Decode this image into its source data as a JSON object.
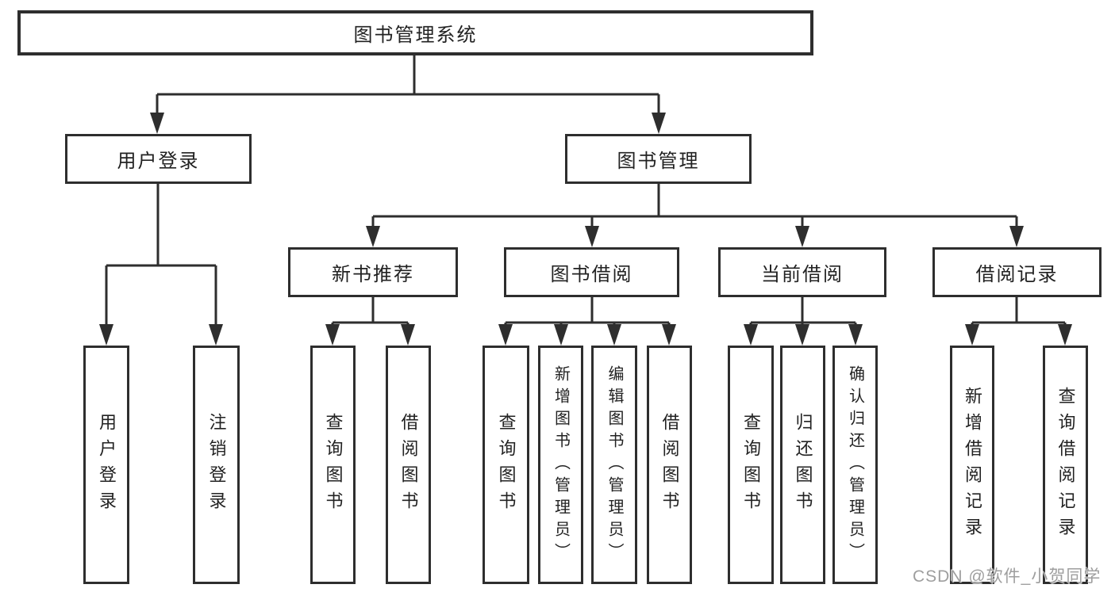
{
  "watermark": "CSDN @软件_小贺同学",
  "colors": {
    "line": "#2e2e2e",
    "text": "#222222",
    "background": "#ffffff",
    "watermark": "#9e9e9e"
  },
  "tree": {
    "root": "图书管理系统",
    "branches": [
      {
        "label": "用户登录",
        "children": [
          "用户登录",
          "注销登录"
        ]
      },
      {
        "label": "图书管理",
        "groups": [
          {
            "label": "新书推荐",
            "children": [
              "查询图书",
              "借阅图书"
            ]
          },
          {
            "label": "图书借阅",
            "children": [
              "查询图书",
              "新增图书（管理员）",
              "编辑图书（管理员）",
              "借阅图书"
            ]
          },
          {
            "label": "当前借阅",
            "children": [
              "查询图书",
              "归还图书",
              "确认归还（管理员）"
            ]
          },
          {
            "label": "借阅记录",
            "children": [
              "新增借阅记录",
              "查询借阅记录"
            ]
          }
        ]
      }
    ]
  }
}
